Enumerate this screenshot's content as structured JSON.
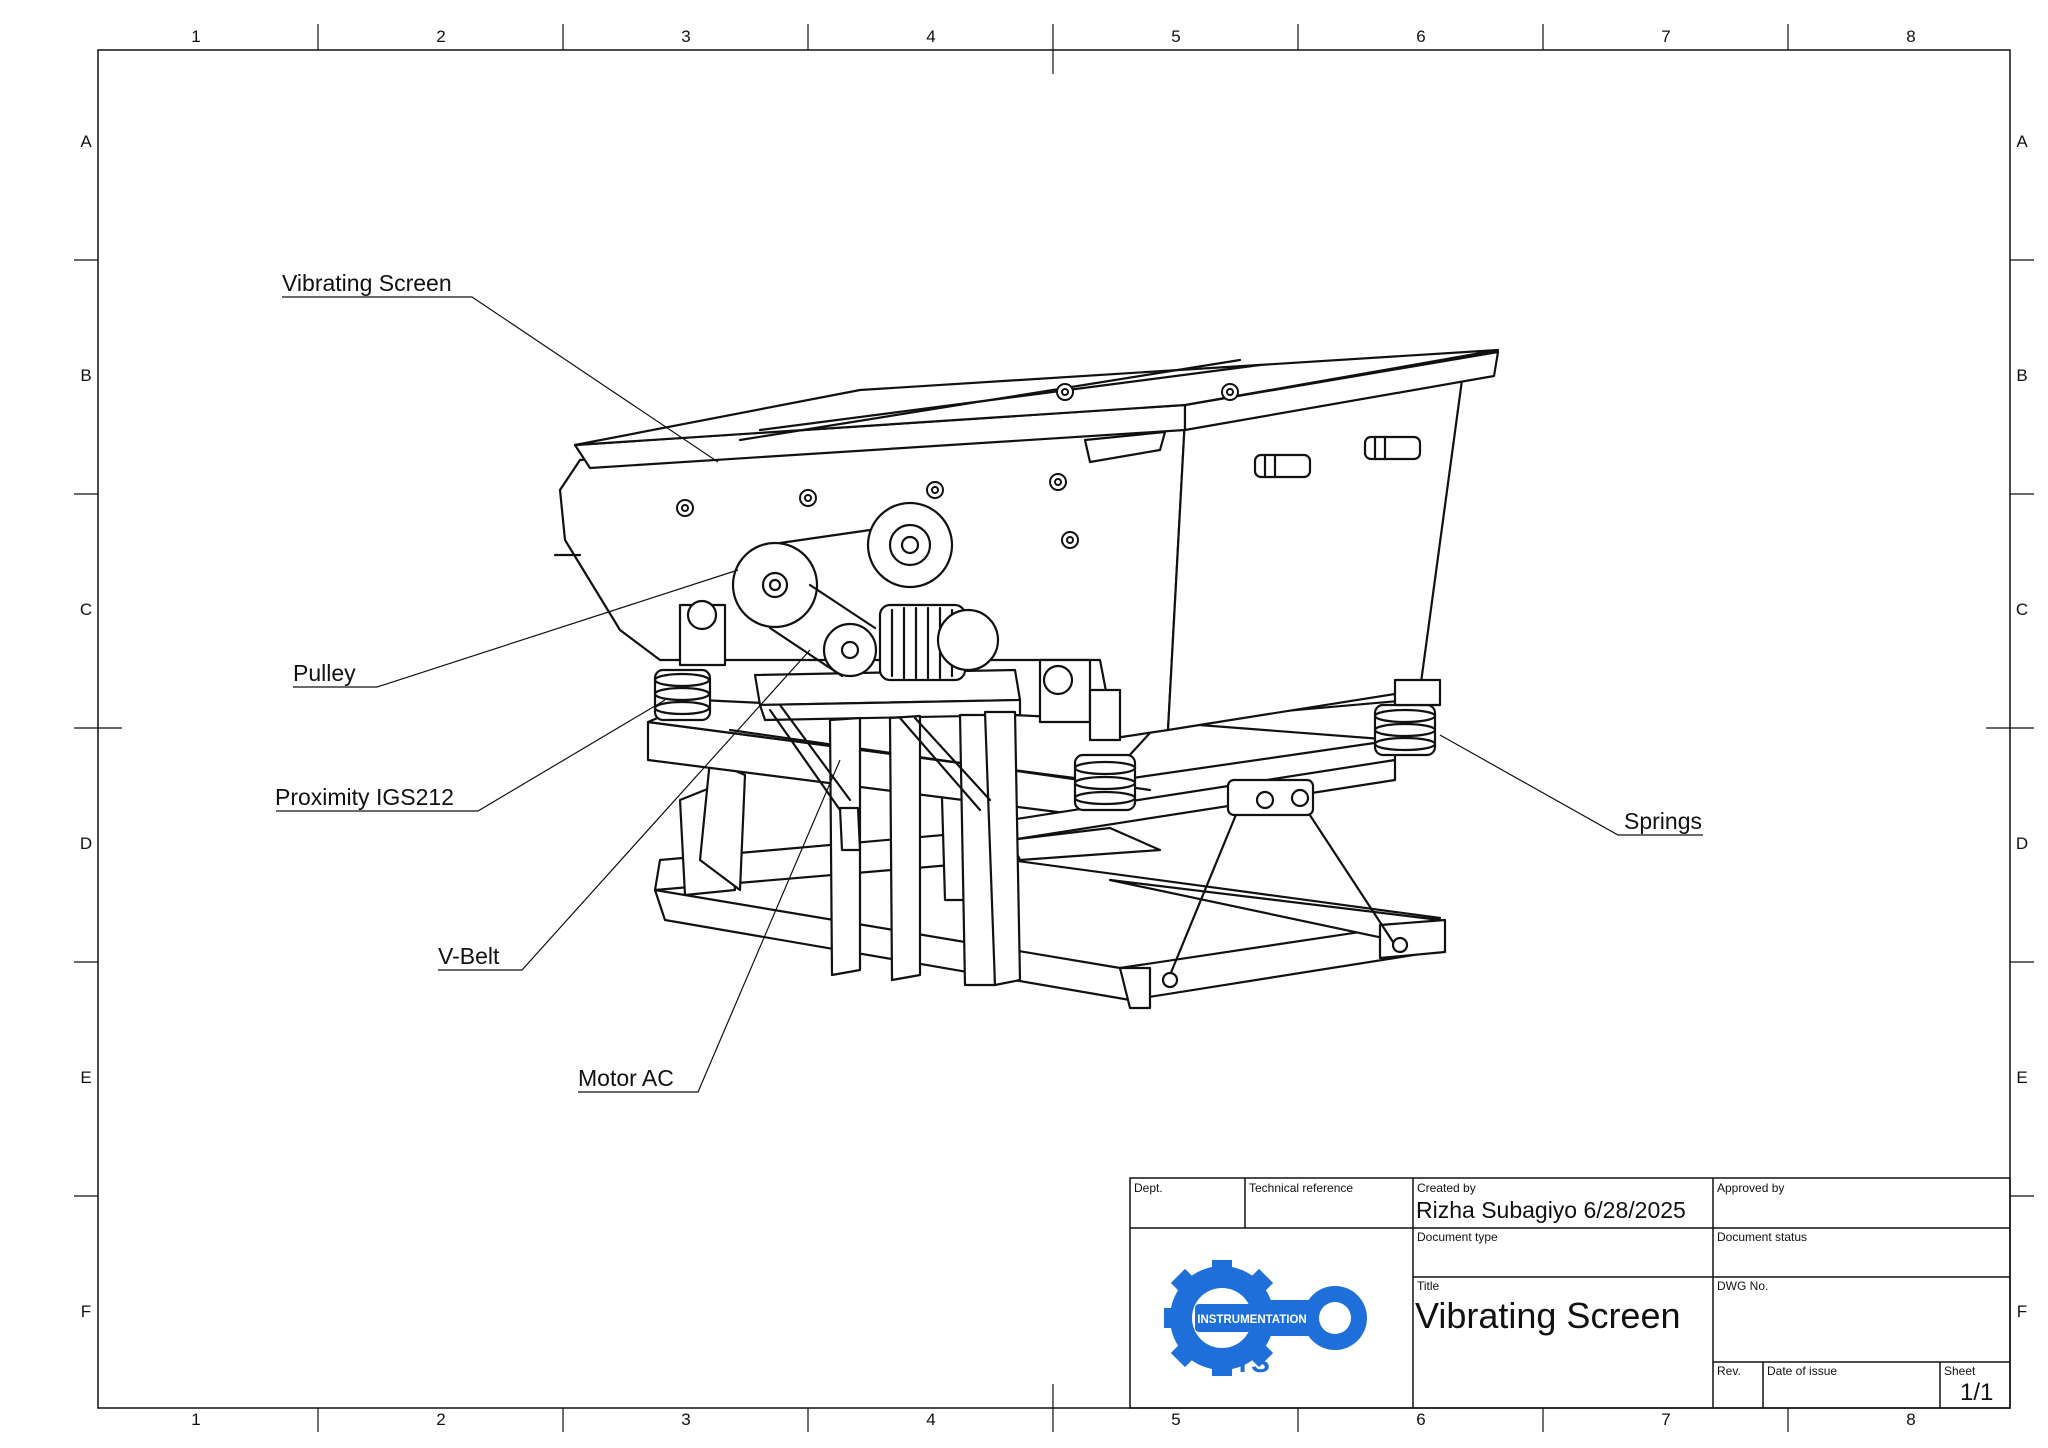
{
  "grid": {
    "columns": [
      "1",
      "2",
      "3",
      "4",
      "5",
      "6",
      "7",
      "8"
    ],
    "rows": [
      "A",
      "B",
      "C",
      "D",
      "E",
      "F"
    ]
  },
  "annotations": {
    "vibrating_screen": "Vibrating Screen",
    "pulley": "Pulley",
    "proximity": "Proximity IGS212",
    "v_belt": "V-Belt",
    "motor_ac": "Motor AC",
    "springs": "Springs"
  },
  "title_block": {
    "dept_label": "Dept.",
    "tech_ref_label": "Technical reference",
    "created_by_label": "Created by",
    "created_by_value": "Rizha Subagiyo  6/28/2025",
    "approved_by_label": "Approved by",
    "doc_type_label": "Document type",
    "doc_status_label": "Document status",
    "title_label": "Title",
    "title_value": "Vibrating Screen",
    "dwg_no_label": "DWG No.",
    "rev_label": "Rev.",
    "date_of_issue_label": "Date of issue",
    "sheet_label": "Sheet",
    "sheet_value": "1/1",
    "logo_text": "INSTRUMENTATION",
    "logo_sub": "iTS",
    "logo_color": "#1e6fd9"
  }
}
